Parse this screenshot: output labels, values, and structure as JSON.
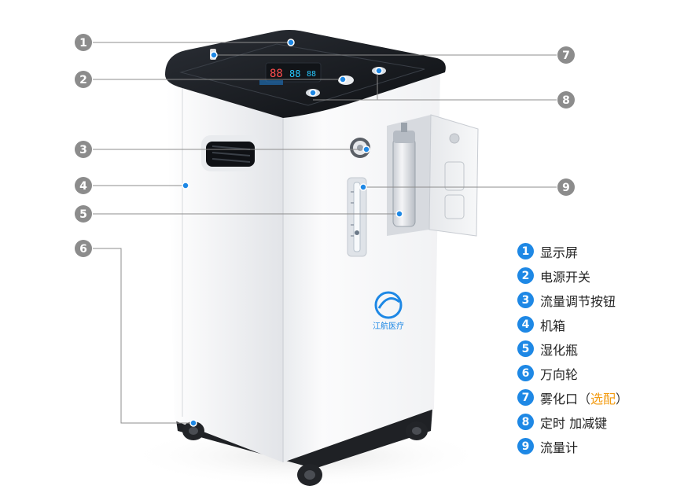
{
  "brand": {
    "logo_text": "江航医疗",
    "colors": {
      "accent": "#1e88e5",
      "highlight": "#f39c12",
      "callout_gray": "#8c8c8c"
    }
  },
  "callouts": [
    {
      "number": "1",
      "label": "显示屏"
    },
    {
      "number": "2",
      "label": "电源开关"
    },
    {
      "number": "3",
      "label": "流量调节按钮"
    },
    {
      "number": "4",
      "label": "机箱"
    },
    {
      "number": "5",
      "label": "湿化瓶"
    },
    {
      "number": "6",
      "label": "万向轮"
    },
    {
      "number": "7",
      "label": "雾化口",
      "note_open": "（",
      "note": "选配",
      "note_close": "）"
    },
    {
      "number": "8",
      "label": "定时 加减键"
    },
    {
      "number": "9",
      "label": "流量计"
    }
  ]
}
